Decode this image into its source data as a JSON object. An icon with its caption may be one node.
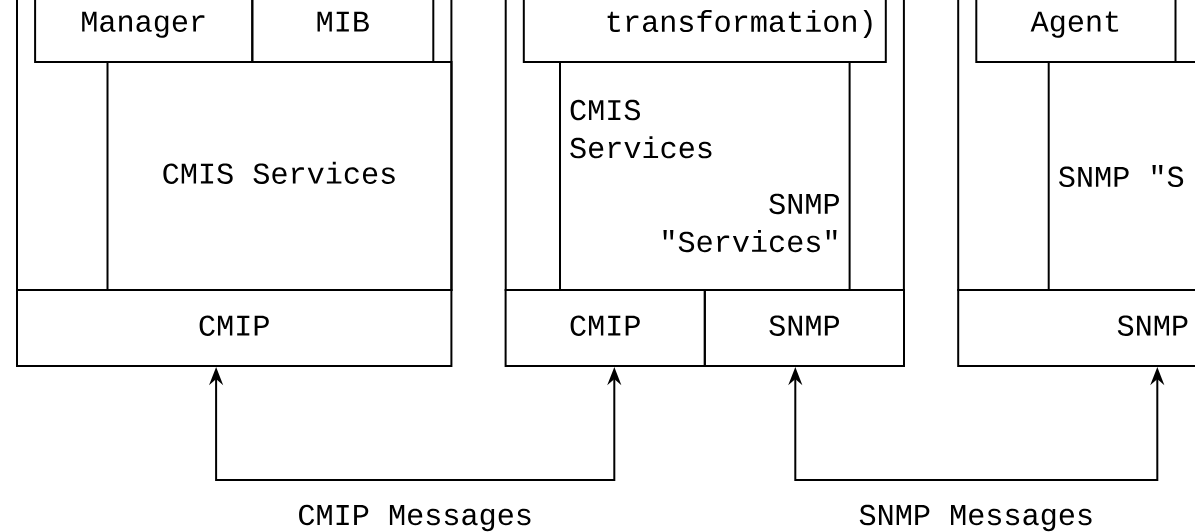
{
  "diagram": {
    "nodes": [
      {
        "text": [],
        "shape": "box"
      },
      {
        "text": [
          "Manager"
        ],
        "in": 0
      },
      {
        "text": [
          "MIB"
        ],
        "in": 0
      },
      {
        "text": [
          "CMIS Services"
        ],
        "in": 0
      },
      {
        "text": [
          "CMIP"
        ]
      },
      {
        "text": [],
        "shape": "box"
      },
      {
        "text": [
          "transformation)"
        ],
        "in": 5
      },
      {
        "text": [
          "CMIS Services",
          "SNMP \"Services\""
        ],
        "in": 5
      },
      {
        "text": [
          "CMIP"
        ]
      },
      {
        "text": [
          "SNMP"
        ]
      },
      {
        "text": [],
        "shape": "box"
      },
      {
        "text": [
          "Agent"
        ],
        "in": 10
      },
      {
        "text": [
          "SNMP \"S"
        ],
        "in": 10
      },
      {
        "text": [
          "SNMP"
        ]
      }
    ],
    "edges": [
      {
        "from": 4,
        "to": 8,
        "arrow": "both",
        "label": "CMIP Messages"
      },
      {
        "from": 9,
        "to": 13,
        "arrow": "both",
        "label": "SNMP Messages"
      }
    ]
  }
}
